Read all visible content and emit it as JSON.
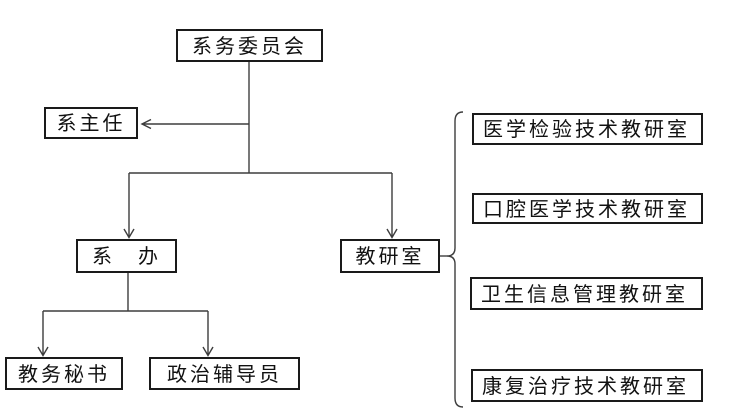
{
  "diagram": {
    "type": "org-chart",
    "background_color": "#ffffff",
    "line_color": "#3d3d3d",
    "box_border_color": "#1a1a1a",
    "text_color": "#111111",
    "nodes": {
      "committee": {
        "label": "系务委员会"
      },
      "director": {
        "label": "系主任"
      },
      "office": {
        "label": "系　办"
      },
      "teaching_office": {
        "label": "教研室"
      },
      "secretary": {
        "label": "教务秘书"
      },
      "counselor": {
        "label": "政治辅导员"
      }
    },
    "teaching_rooms": [
      {
        "label": "医学检验技术教研室"
      },
      {
        "label": "口腔医学技术教研室"
      },
      {
        "label": "卫生信息管理教研室"
      },
      {
        "label": "康复治疗技术教研室"
      }
    ],
    "edges": [
      "committee -> director (arrow)",
      "committee -> office (arrow)",
      "committee -> teaching_office (arrow)",
      "office -> secretary (arrow)",
      "office -> counselor (arrow)",
      "teaching_office -> teaching_rooms (brace)"
    ]
  }
}
